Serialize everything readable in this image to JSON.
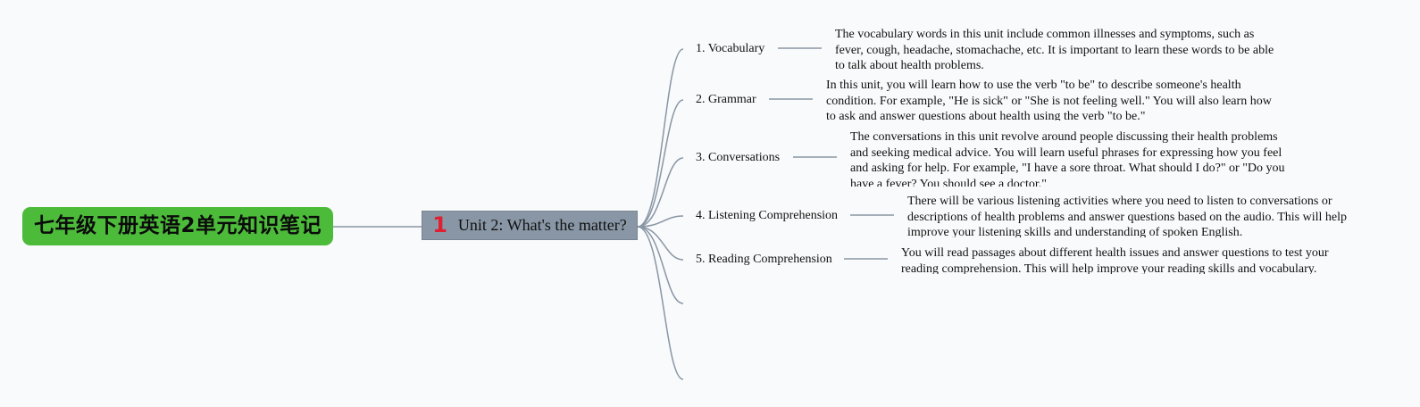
{
  "root": {
    "title": "七年级下册英语2单元知识笔记"
  },
  "center": {
    "marker": "1",
    "title": "Unit 2: What's the matter?"
  },
  "branches": [
    {
      "label": "1. Vocabulary",
      "note": "The vocabulary words in this unit include common illnesses and symptoms, such as fever, cough, headache, stomachache, etc. It is important to learn these words to be able to talk about health problems."
    },
    {
      "label": "2. Grammar",
      "note": "In this unit, you will learn how to use the verb \"to be\" to describe someone's health condition. For example, \"He is sick\" or \"She is not feeling well.\" You will also learn how to ask and answer questions about health using the verb \"to be.\""
    },
    {
      "label": "3. Conversations",
      "note": "The conversations in this unit revolve around people discussing their health problems and seeking medical advice. You will learn useful phrases for expressing how you feel and asking for help. For example, \"I have a sore throat. What should I do?\" or \"Do you have a fever? You should see a doctor.\""
    },
    {
      "label": "4. Listening Comprehension",
      "note": "There will be various listening activities where you need to listen to conversations or descriptions of health problems and answer questions based on the audio. This will help improve your listening skills and understanding of spoken English."
    },
    {
      "label": "5. Reading Comprehension",
      "note": "You will read passages about different health issues and answer questions to test your reading comprehension. This will help improve your reading skills and vocabulary."
    }
  ],
  "colors": {
    "root_fill": "#4cbb3a",
    "center_fill": "#8896a5",
    "marker": "#e02030",
    "connector": "#8896a5"
  }
}
